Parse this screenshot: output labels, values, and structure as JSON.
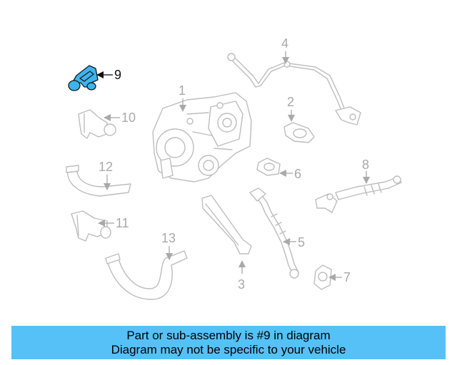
{
  "highlight_color": "#55c1f7",
  "callouts": {
    "c1": "1",
    "c2": "2",
    "c3": "3",
    "c4": "4",
    "c5": "5",
    "c6": "6",
    "c7": "7",
    "c8": "8",
    "c9": "9",
    "c10": "10",
    "c11": "11",
    "c12": "12",
    "c13": "13"
  },
  "banner": {
    "line1": "Part or sub-assembly is #9 in diagram",
    "line2": "Diagram may not be specific to your vehicle"
  }
}
